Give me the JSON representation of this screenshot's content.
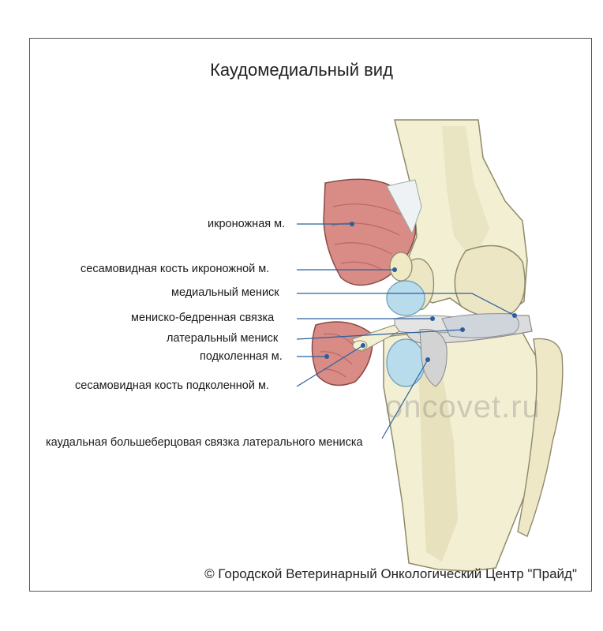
{
  "title": "Каудомедиальный вид",
  "labels": {
    "gastrocnemius": "икроножная м.",
    "gastrocnemius_sesamoid": "сесамовидная кость икроножной м.",
    "medial_meniscus": "медиальный мениск",
    "meniscofemoral_ligament": "мениско-бедренная связка",
    "lateral_meniscus": "латеральный мениск",
    "popliteus": "подколенная м.",
    "popliteus_sesamoid": "сесамовидная кость подколенной м.",
    "caudal_tibial_ligament": "каудальная большеберцовая связка латерального мениска"
  },
  "watermark": "oncovet.ru",
  "copyright": "© Городской Ветеринарный Онкологический Центр \"Прайд\"",
  "colors": {
    "bone": "#f3efd3",
    "bone_shade": "#dcd6ab",
    "muscle": "#d98b86",
    "meniscus": "#b9dced",
    "leader": "#2a5f9e"
  }
}
